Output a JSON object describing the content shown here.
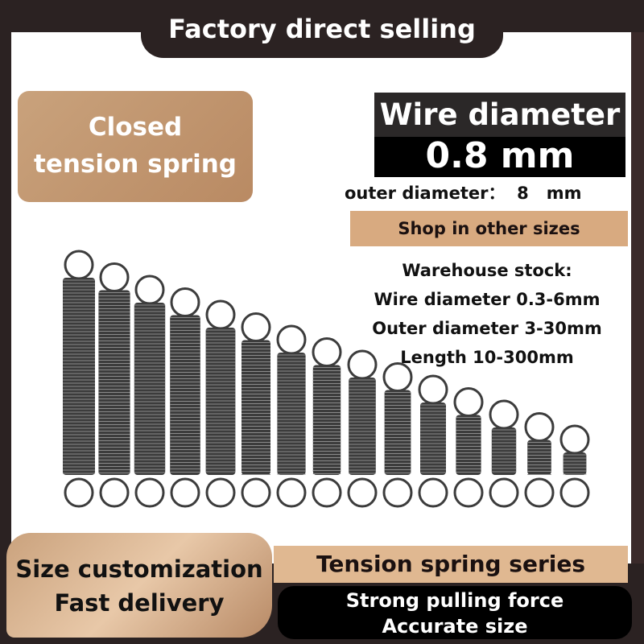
{
  "banner": {
    "title": "Factory direct selling"
  },
  "product_type": [
    "Closed",
    "tension spring"
  ],
  "wire": {
    "label": "Wire diameter",
    "value": "0.8",
    "unit": "mm"
  },
  "outer": {
    "label": "outer diameter：",
    "value": "8",
    "unit": "mm"
  },
  "shop_button": "Shop in other sizes",
  "stock": {
    "lines": [
      "Warehouse stock:",
      "Wire diameter 0.3-6mm",
      "Outer diameter 3-30mm",
      "Length 10-300mm"
    ]
  },
  "features_left": [
    "Size customization",
    "Fast delivery"
  ],
  "series": "Tension spring series",
  "features_right": [
    "Strong pulling force",
    "Accurate size"
  ],
  "colors": {
    "dark": "#2b2222",
    "accent": "#d8aa80",
    "spring": "#3c3c3c"
  },
  "spring_count": 15
}
